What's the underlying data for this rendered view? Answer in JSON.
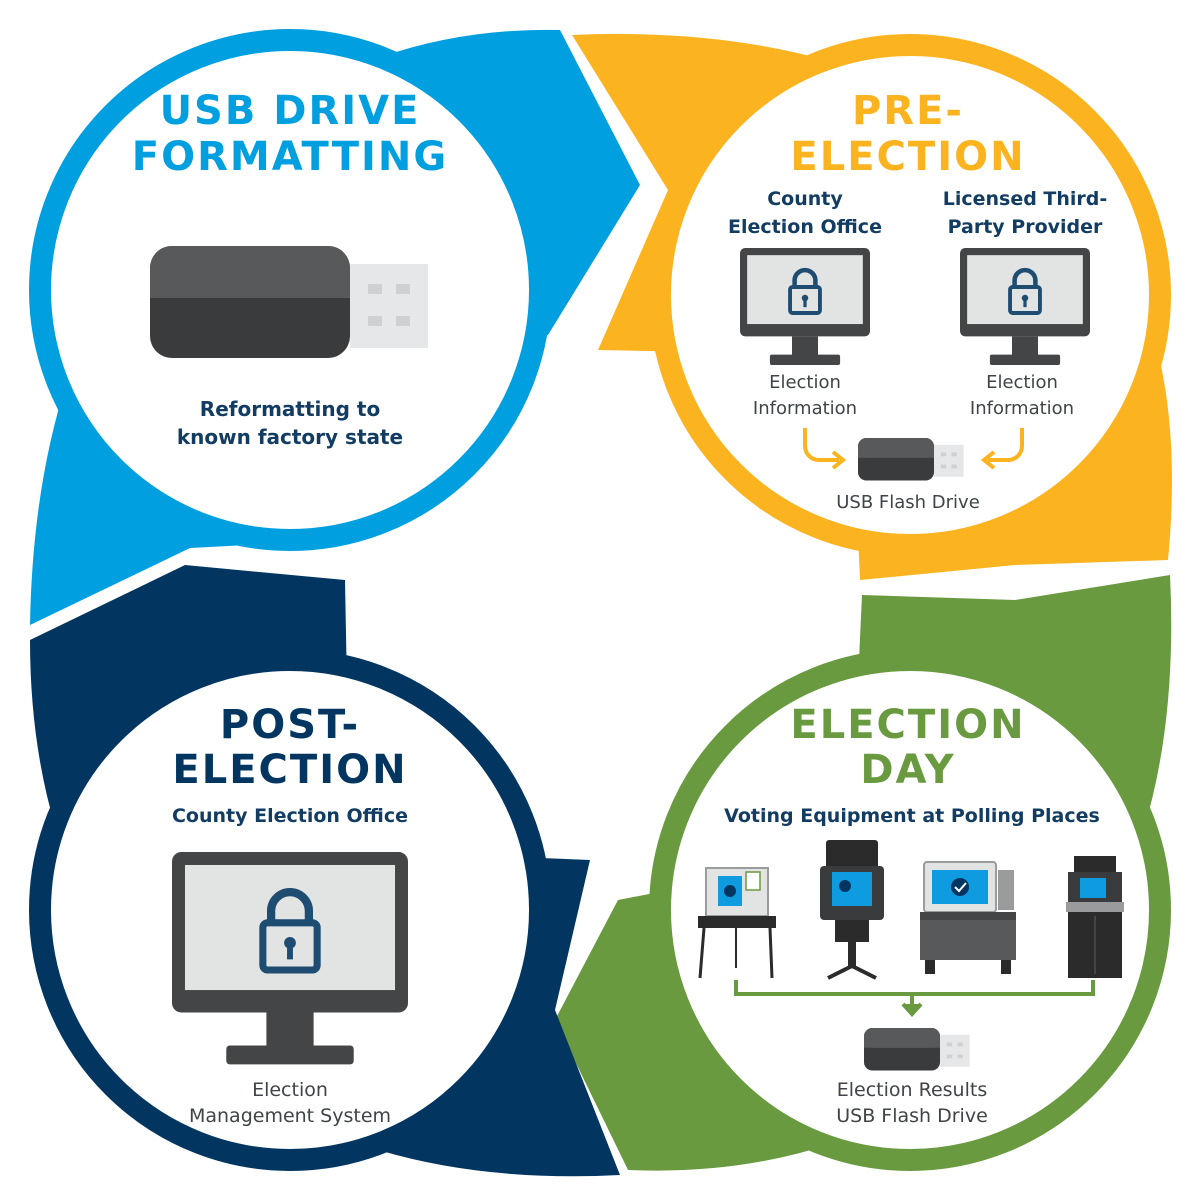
{
  "colors": {
    "usb_blue": "#009fe0",
    "pre_yellow": "#fbb41f",
    "day_green": "#6a9a3f",
    "post_navy": "#023661",
    "dark_text": "#133c62",
    "gray_text": "#3f4446",
    "device_dark": "#444547",
    "screen_gray": "#e2e3e3"
  },
  "usb_formatting": {
    "title_line1": "USB DRIVE",
    "title_line2": "FORMATTING",
    "caption_line1": "Reformatting to",
    "caption_line2": "known factory state",
    "icon": "usb-drive-icon"
  },
  "pre_election": {
    "title_line1": "PRE-",
    "title_line2": "ELECTION",
    "left_heading_line1": "County",
    "left_heading_line2": "Election Office",
    "right_heading_line1": "Licensed Third-",
    "right_heading_line2": "Party Provider",
    "left_label_line1": "Election",
    "left_label_line2": "Information",
    "right_label_line1": "Election",
    "right_label_line2": "Information",
    "drive_label": "USB Flash Drive",
    "icons": [
      "locked-monitor-icon",
      "usb-drive-icon",
      "arrow-icon"
    ]
  },
  "election_day": {
    "title_line1": "ELECTION",
    "title_line2": "DAY",
    "subtitle": "Voting Equipment at Polling Places",
    "result_line1": "Election Results",
    "result_line2": "USB Flash Drive",
    "icons": [
      "voting-booth-icon",
      "ballot-scanner-icon",
      "ballot-marking-device-icon",
      "tabulator-icon",
      "usb-drive-icon"
    ]
  },
  "post_election": {
    "title_line1": "POST-",
    "title_line2": "ELECTION",
    "subtitle": "County Election Office",
    "label_line1": "Election",
    "label_line2": "Management System",
    "icon": "locked-monitor-icon"
  }
}
